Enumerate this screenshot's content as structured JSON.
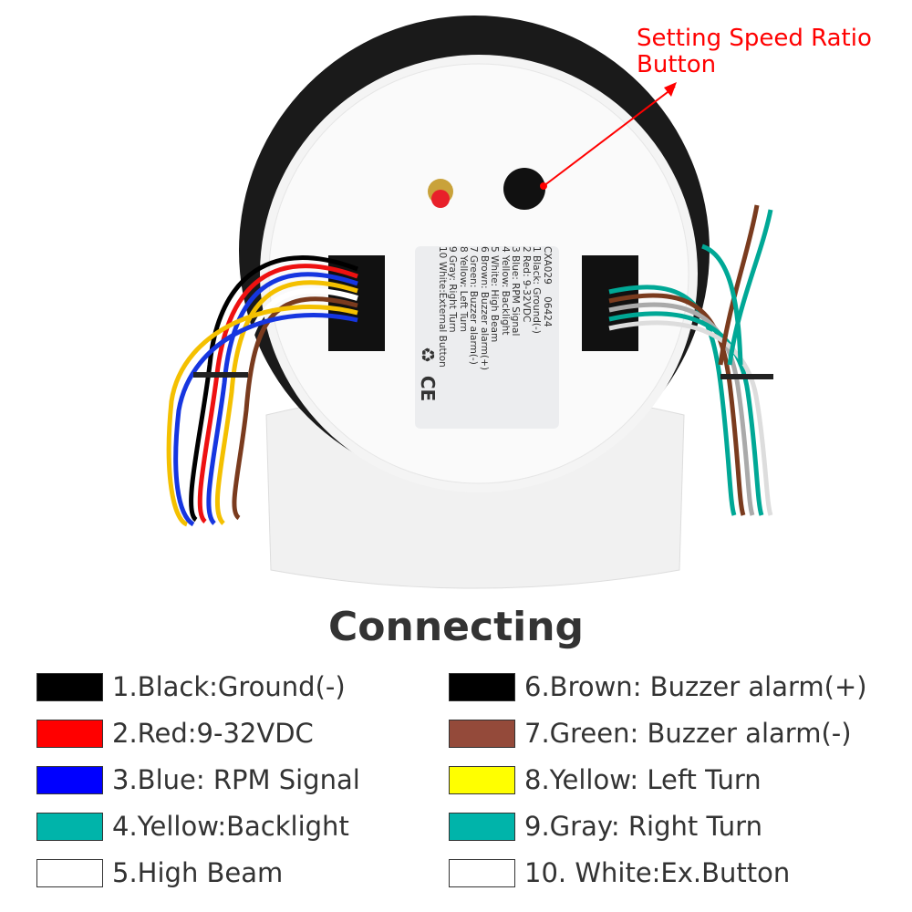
{
  "callout": {
    "line1": "Setting Speed Ratio",
    "line2": "Button"
  },
  "device_label": {
    "model": "CXA029",
    "code": "06424",
    "lines": [
      "1 Black: Ground(-)",
      "2 Red: 9-32VDC",
      "3 Blue: RPM Signal",
      "4 Yellow: Backlight",
      "5 White: High Beam",
      "6 Brown: Buzzer alarm(+)",
      "7 Green: Buzzer alarm(-)",
      "8 Yellow: Left Turn",
      "9 Gray: Right Turn",
      "10 White:External Button"
    ],
    "ce_mark": "CE"
  },
  "title": "Connecting",
  "legend": [
    {
      "label": "1.Black:Ground(-)",
      "color": "#000000"
    },
    {
      "label": "2.Red:9-32VDC",
      "color": "#ff0000"
    },
    {
      "label": "3.Blue: RPM Signal",
      "color": "#0000ff"
    },
    {
      "label": "4.Yellow:Backlight",
      "color": "#00b4aa"
    },
    {
      "label": "5.High Beam",
      "color": "#ffffff"
    },
    {
      "label": "6.Brown: Buzzer alarm(+)",
      "color": "#000000"
    },
    {
      "label": "7.Green: Buzzer alarm(-)",
      "color": "#944a3a"
    },
    {
      "label": "8.Yellow: Left Turn",
      "color": "#ffff00"
    },
    {
      "label": "9.Gray: Right Turn",
      "color": "#00b4aa"
    },
    {
      "label": "10. White:Ex.Button",
      "color": "#ffffff"
    }
  ]
}
